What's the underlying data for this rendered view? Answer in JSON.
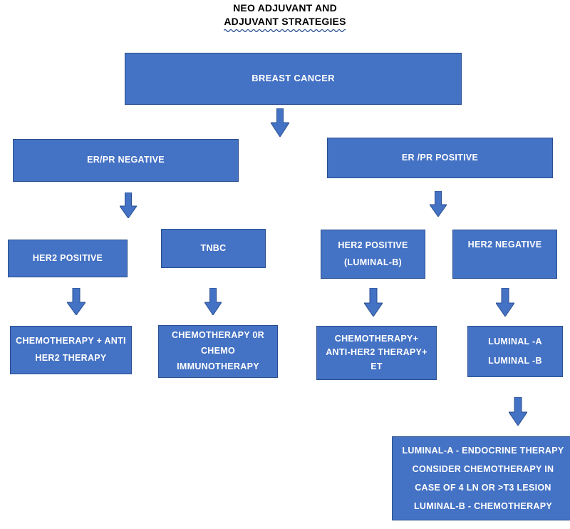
{
  "title": {
    "line1": "NEO ADJUVANT AND",
    "line2": "ADJUVANT  STRATEGIES"
  },
  "colors": {
    "node_fill": "#4472C4",
    "node_border": "#2a4f8f",
    "node_text": "#FFFFFF",
    "title_text": "#000000",
    "spellcheck_squiggle": "#2a4f8f",
    "page_background": "#FFFFFF"
  },
  "nodes": {
    "root": {
      "line1": "BREAST CANCER"
    },
    "er_pr_negative": {
      "line1": "ER/PR  NEGATIVE"
    },
    "er_pr_positive": {
      "line1": "ER /PR POSITIVE"
    },
    "her2_positive_left": {
      "line1": "HER2 POSITIVE"
    },
    "tnbc": {
      "line1": "TNBC"
    },
    "her2_positive_luminal_b": {
      "line1": "HER2 POSITIVE",
      "line2": "(LUMINAL-B)"
    },
    "her2_negative": {
      "line1": "HER2  NEGATIVE"
    },
    "chemo_anti_her2": {
      "line1": "CHEMOTHERAPY + ANTI",
      "line2": "HER2 THERAPY"
    },
    "chemo_or_chemoimmuno": {
      "line1": "CHEMOTHERAPY  0R",
      "line2": "CHEMO",
      "line3": "IMMUNOTHERAPY"
    },
    "chemo_anti_her2_et": {
      "line1": "CHEMOTHERAPY+",
      "line2": "ANTI-HER2 THERAPY+",
      "line3": "ET"
    },
    "luminal_a_b": {
      "line1": "LUMINAL -A",
      "line2": "LUMINAL -B"
    },
    "luminal_detail": {
      "line1": "LUMINAL-A -  ENDOCRINE THERAPY",
      "line2": "CONSIDER CHEMOTHERAPY IN",
      "line3": "CASE OF 4 LN OR  >T3 LESION",
      "line4": "LUMINAL-B -    CHEMOTHERAPY"
    }
  },
  "arrows": {
    "root_to_split": "down-arrow",
    "neg_to_subtypes": "down-arrow",
    "pos_to_subtypes": "down-arrow",
    "her2pos_to_therapy": "down-arrow",
    "tnbc_to_therapy": "down-arrow",
    "luminalb_to_therapy": "down-arrow",
    "her2neg_to_luminal": "down-arrow",
    "luminal_to_detail": "down-arrow"
  },
  "chart_data": {
    "type": "diagram",
    "title": "NEO ADJUVANT AND ADJUVANT  STRATEGIES",
    "structure": "flowchart",
    "levels": [
      [
        "BREAST CANCER"
      ],
      [
        "ER/PR  NEGATIVE",
        "ER /PR POSITIVE"
      ],
      [
        "HER2 POSITIVE",
        "TNBC",
        "HER2 POSITIVE (LUMINAL-B)",
        "HER2  NEGATIVE"
      ],
      [
        "CHEMOTHERAPY + ANTI HER2 THERAPY",
        "CHEMOTHERAPY  0R CHEMO IMMUNOTHERAPY",
        "CHEMOTHERAPY+ ANTI-HER2 THERAPY+ ET",
        "LUMINAL -A LUMINAL -B"
      ],
      [
        "LUMINAL-A -  ENDOCRINE THERAPY / CONSIDER CHEMOTHERAPY IN CASE OF 4 LN OR  >T3 LESION / LUMINAL-B -    CHEMOTHERAPY"
      ]
    ],
    "edges": [
      [
        "BREAST CANCER",
        "ER/PR  NEGATIVE"
      ],
      [
        "BREAST CANCER",
        "ER /PR POSITIVE"
      ],
      [
        "ER/PR  NEGATIVE",
        "HER2 POSITIVE"
      ],
      [
        "ER/PR  NEGATIVE",
        "TNBC"
      ],
      [
        "ER /PR POSITIVE",
        "HER2 POSITIVE (LUMINAL-B)"
      ],
      [
        "ER /PR POSITIVE",
        "HER2  NEGATIVE"
      ],
      [
        "HER2 POSITIVE",
        "CHEMOTHERAPY + ANTI HER2 THERAPY"
      ],
      [
        "TNBC",
        "CHEMOTHERAPY  0R CHEMO IMMUNOTHERAPY"
      ],
      [
        "HER2 POSITIVE (LUMINAL-B)",
        "CHEMOTHERAPY+ ANTI-HER2 THERAPY+ ET"
      ],
      [
        "HER2  NEGATIVE",
        "LUMINAL -A LUMINAL -B"
      ],
      [
        "LUMINAL -A LUMINAL -B",
        "LUMINAL-A -  ENDOCRINE THERAPY"
      ]
    ]
  }
}
